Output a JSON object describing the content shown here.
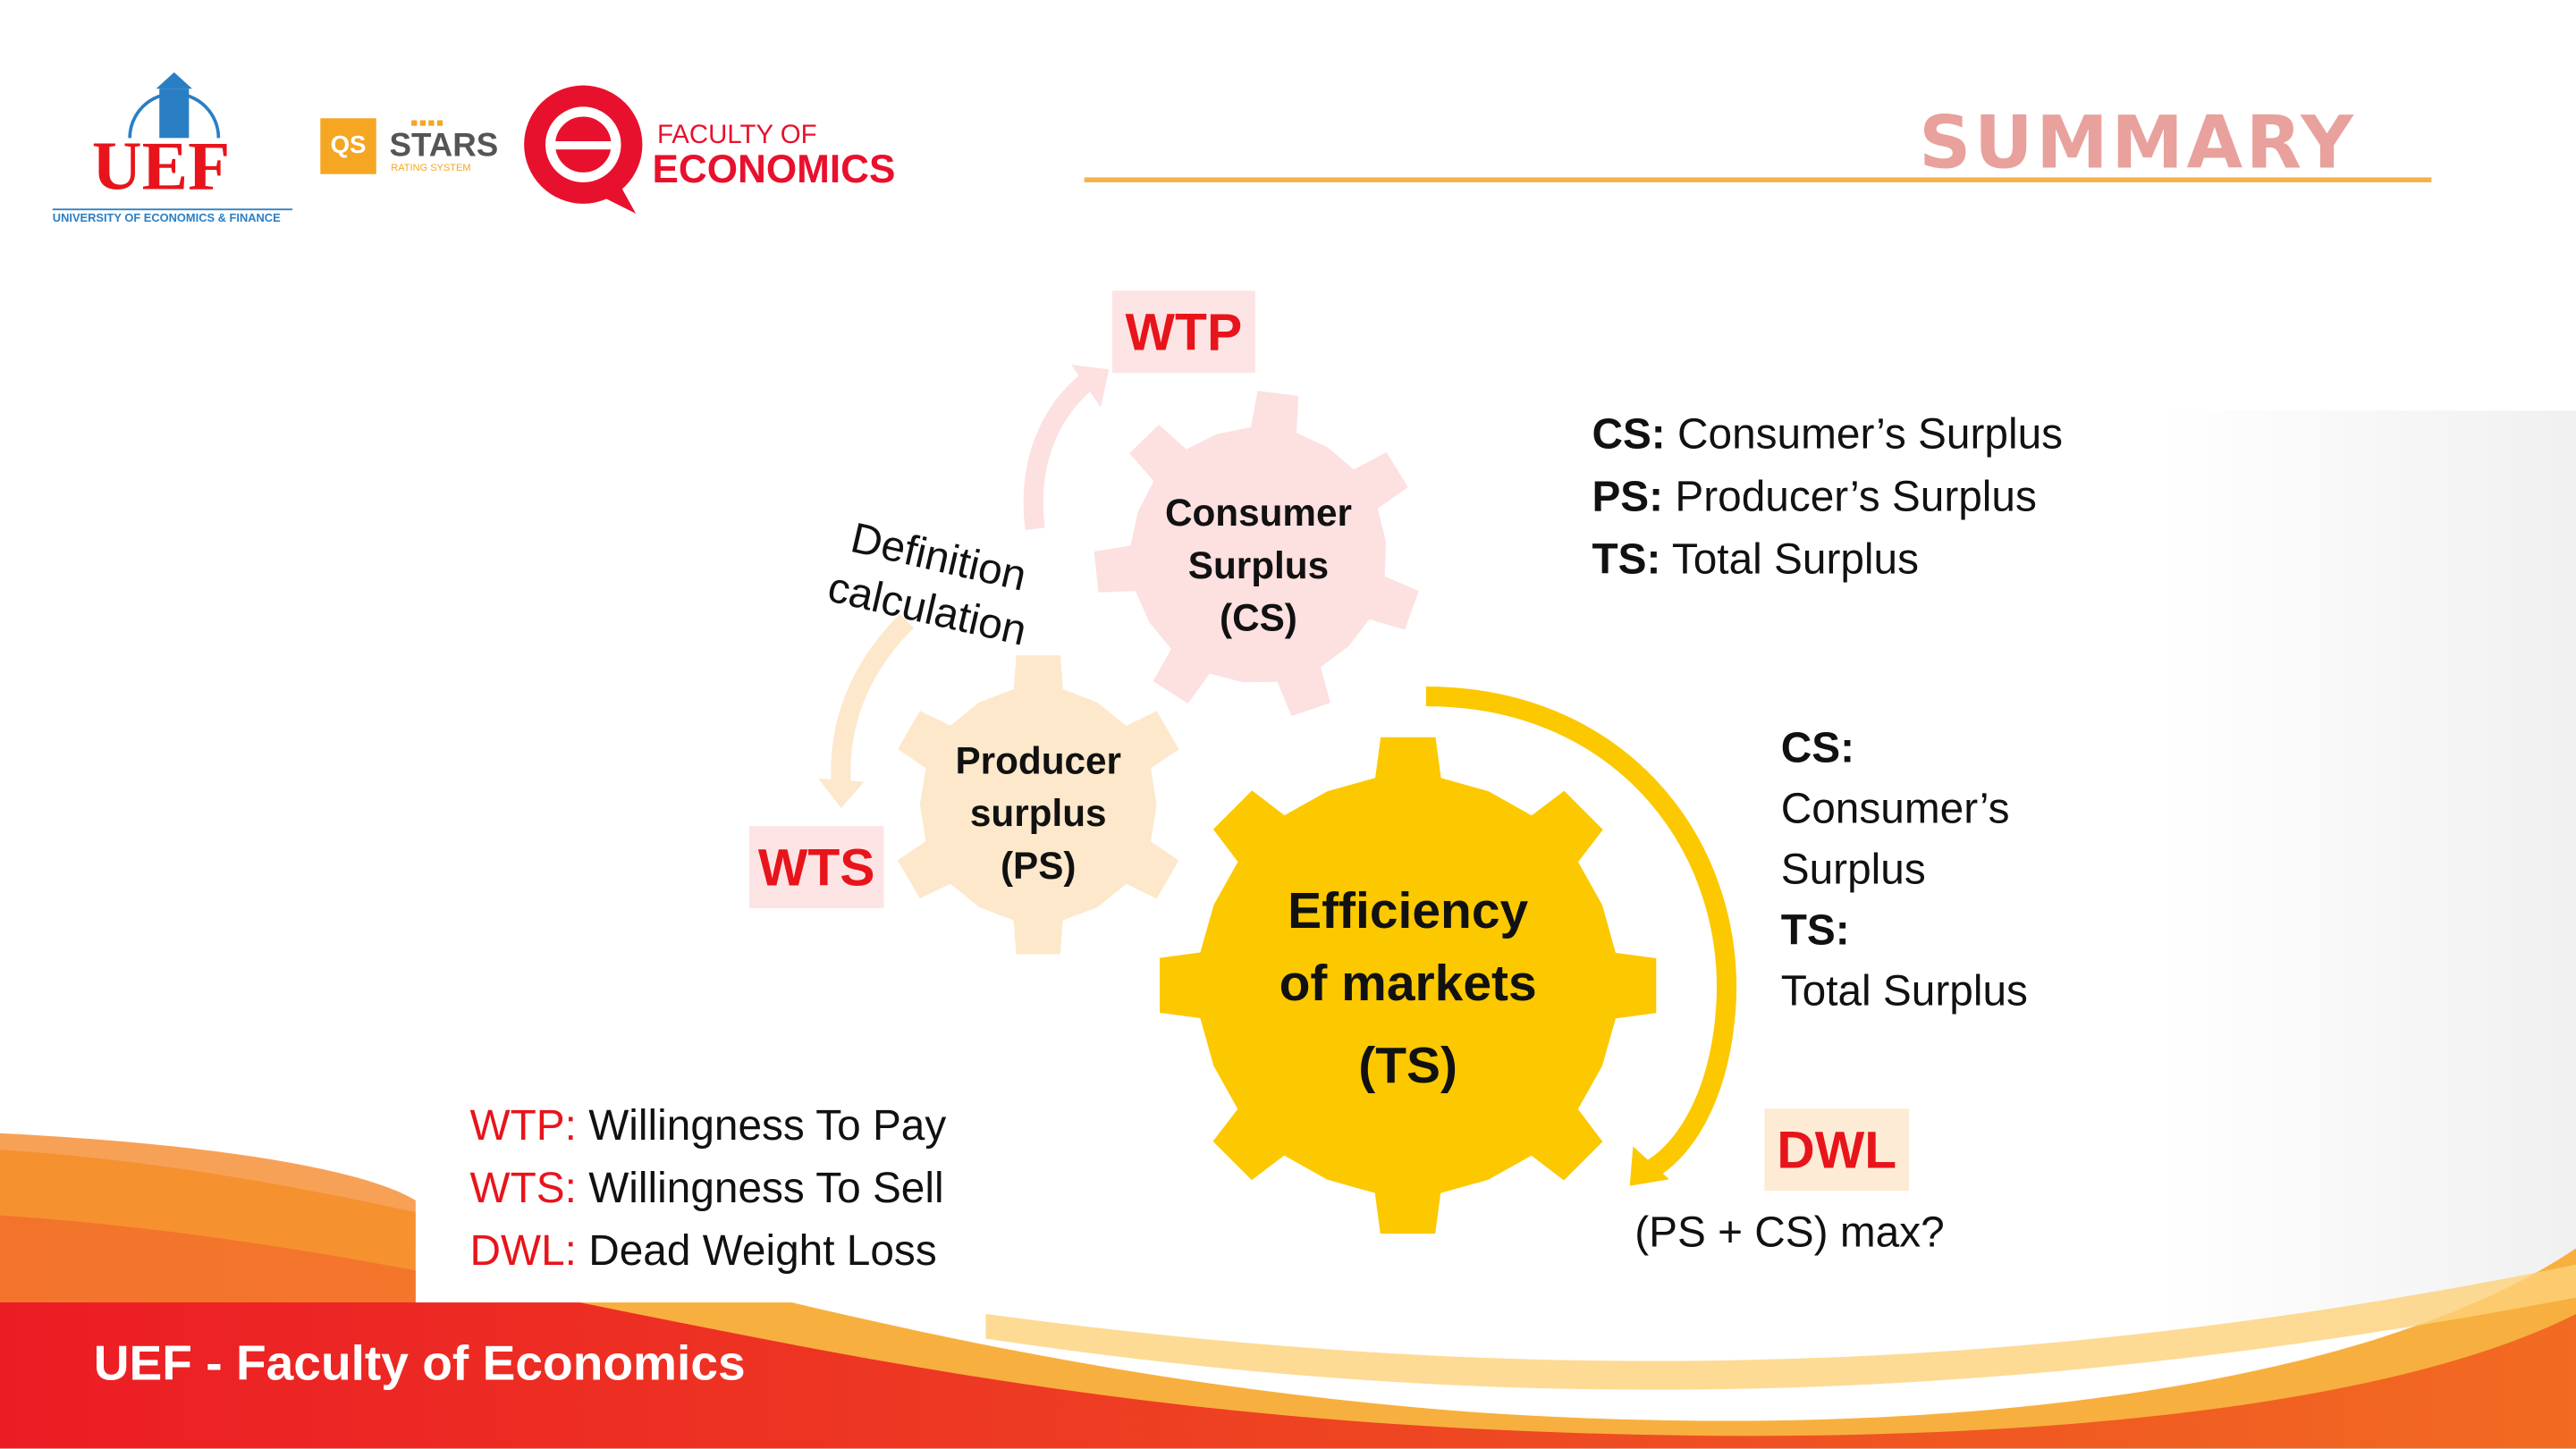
{
  "header": {
    "uef_logo": {
      "title": "UEF",
      "subtitle": "UNIVERSITY OF ECONOMICS & FINANCE"
    },
    "qs_logo": {
      "badge": "QS",
      "title": "STARS",
      "subtitle": "RATING SYSTEM"
    },
    "faculty_logo": {
      "line1": "FACULTY OF",
      "line2": "ECONOMICS"
    },
    "title": "SUMMARY"
  },
  "diagram": {
    "wtp_tag": "WTP",
    "wts_tag": "WTS",
    "dwl_tag": "DWL",
    "arrow_label_1": "Definition",
    "arrow_label_2": "calculation",
    "cs_gear": [
      "Consumer",
      "Surplus",
      "(CS)"
    ],
    "ps_gear": [
      "Producer",
      "surplus",
      "(PS)"
    ],
    "ts_gear": [
      "Efficiency",
      "of markets",
      "(TS)"
    ],
    "question": "(PS + CS) max?"
  },
  "abbrev_top": [
    {
      "key": "CS:",
      "value": "Consumer’s Surplus"
    },
    {
      "key": "PS:",
      "value": "Producer’s Surplus"
    },
    {
      "key": "TS:",
      "value": "Total Surplus"
    }
  ],
  "abbrev_right": [
    {
      "key": "CS:",
      "line1": "Consumer’s",
      "line2": "Surplus"
    },
    {
      "key": "TS:",
      "line1": "Total Surplus"
    }
  ],
  "legend": [
    {
      "key": "WTP:",
      "value": "Willingness To Pay"
    },
    {
      "key": "WTS:",
      "value": "Willingness To Sell"
    },
    {
      "key": "DWL:",
      "value": "Dead Weight Loss"
    }
  ],
  "footer": {
    "text": "UEF - Faculty of Economics"
  },
  "colors": {
    "accent_red": "#e8141b",
    "ts_gear": "#fcc800",
    "cs_gear": "#fde0e0",
    "ps_gear": "#fde8cc",
    "summary": "#e8a19c"
  }
}
